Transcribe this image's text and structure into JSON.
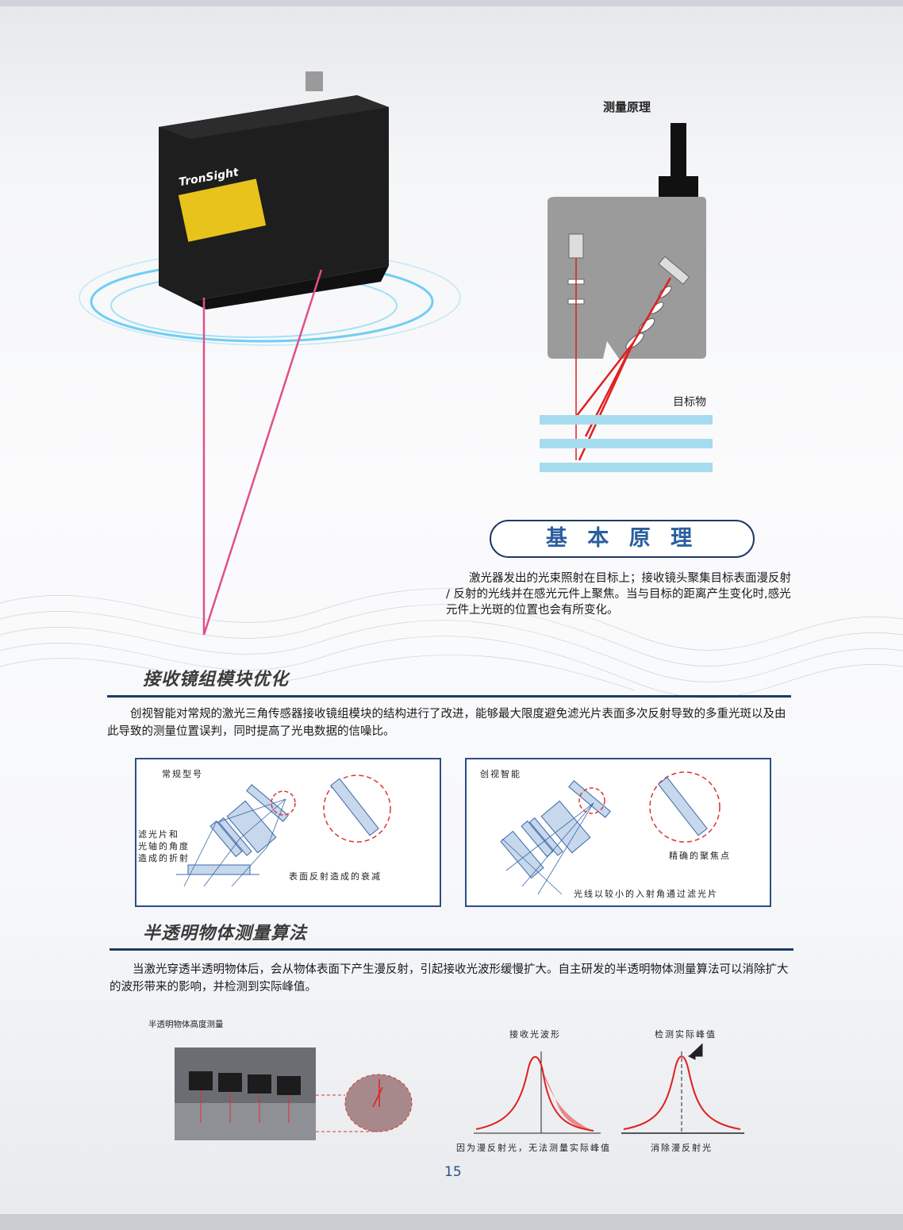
{
  "hero": {
    "brand_logo": "TronSight"
  },
  "principle_diagram": {
    "title": "测量原理",
    "target_label": "目标物"
  },
  "basic_principle": {
    "title": "基 本 原 理",
    "text": "激光器发出的光束照射在目标上；接收镜头聚集目标表面漫反射 / 反射的光线并在感光元件上聚焦。当与目标的距离产生变化时,感光元件上光斑的位置也会有所变化。"
  },
  "section1": {
    "heading": "接收镜组模块优化",
    "text": "创视智能对常规的激光三角传感器接收镜组模块的结构进行了改进，能够最大限度避免滤光片表面多次反射导致的多重光斑以及由此导致的测量位置误判，同时提高了光电数据的信噪比。",
    "left_box": {
      "title": "常规型号",
      "side_label": "滤光片和\n光轴的角度\n造成的折射",
      "bottom_label": "表面反射造成的衰减"
    },
    "right_box": {
      "title": "创视智能",
      "focus_label": "精确的聚焦点",
      "bottom_label": "光线以较小的入射角通过滤光片"
    }
  },
  "section2": {
    "heading": "半透明物体测量算法",
    "text": "当激光穿透半透明物体后，会从物体表面下产生漫反射，引起接收光波形缓慢扩大。自主研发的半透明物体测量算法可以消除扩大的波形带来的影响，并检测到实际峰值。",
    "photo_caption": "半透明物体高度测量",
    "wave_left": {
      "title": "接收光波形",
      "caption": "因为漫反射光，无法测量实际峰值"
    },
    "wave_right": {
      "title": "检测实际峰值",
      "caption": "消除漫反射光"
    }
  },
  "page_number": "15",
  "colors": {
    "navy": "#1f3a66",
    "accent_blue": "#2a5e9e",
    "laser_red": "#e02020"
  }
}
